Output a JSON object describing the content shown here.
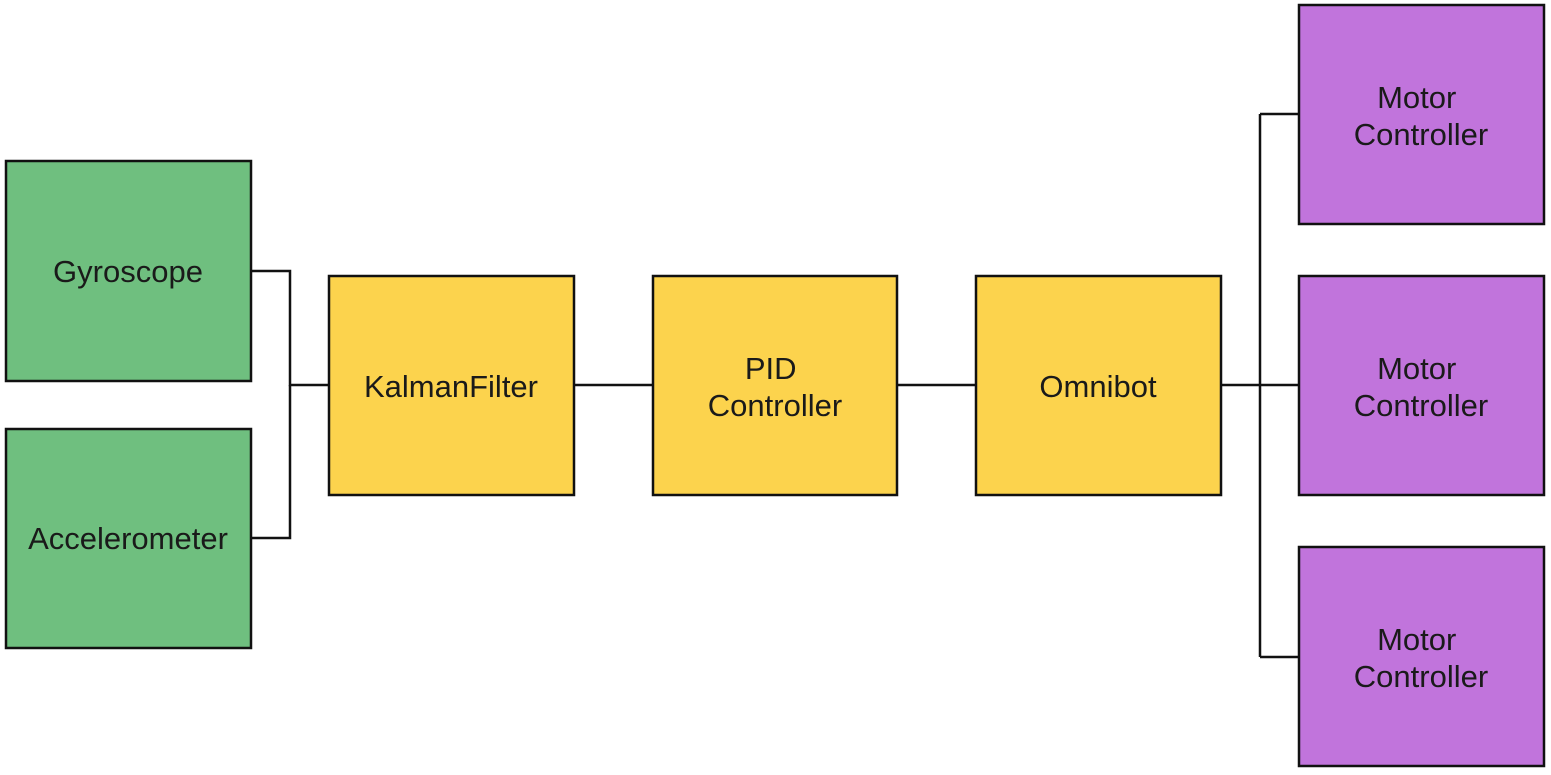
{
  "colors": {
    "sensor_fill": "#6fbf7f",
    "processor_fill": "#fcd34d",
    "actuator_fill": "#c174dc",
    "stroke": "#111111",
    "background": "#ffffff"
  },
  "nodes": {
    "gyroscope": {
      "lines": [
        "Gyroscope"
      ],
      "group": "sensor"
    },
    "accelerometer": {
      "lines": [
        "Accelerometer"
      ],
      "group": "sensor"
    },
    "kalman_filter": {
      "lines": [
        "KalmanFilter"
      ],
      "group": "processor"
    },
    "pid_controller": {
      "lines": [
        "PID",
        "Controller"
      ],
      "group": "processor"
    },
    "omnibot": {
      "lines": [
        "Omnibot"
      ],
      "group": "processor"
    },
    "motor_controller_1": {
      "lines": [
        "Motor",
        "Controller"
      ],
      "group": "actuator"
    },
    "motor_controller_2": {
      "lines": [
        "Motor",
        "Controller"
      ],
      "group": "actuator"
    },
    "motor_controller_3": {
      "lines": [
        "Motor",
        "Controller"
      ],
      "group": "actuator"
    }
  },
  "edges": [
    {
      "from": "gyroscope",
      "to": "kalman_filter"
    },
    {
      "from": "accelerometer",
      "to": "kalman_filter"
    },
    {
      "from": "kalman_filter",
      "to": "pid_controller"
    },
    {
      "from": "pid_controller",
      "to": "omnibot"
    },
    {
      "from": "omnibot",
      "to": "motor_controller_1"
    },
    {
      "from": "omnibot",
      "to": "motor_controller_2"
    },
    {
      "from": "omnibot",
      "to": "motor_controller_3"
    }
  ]
}
